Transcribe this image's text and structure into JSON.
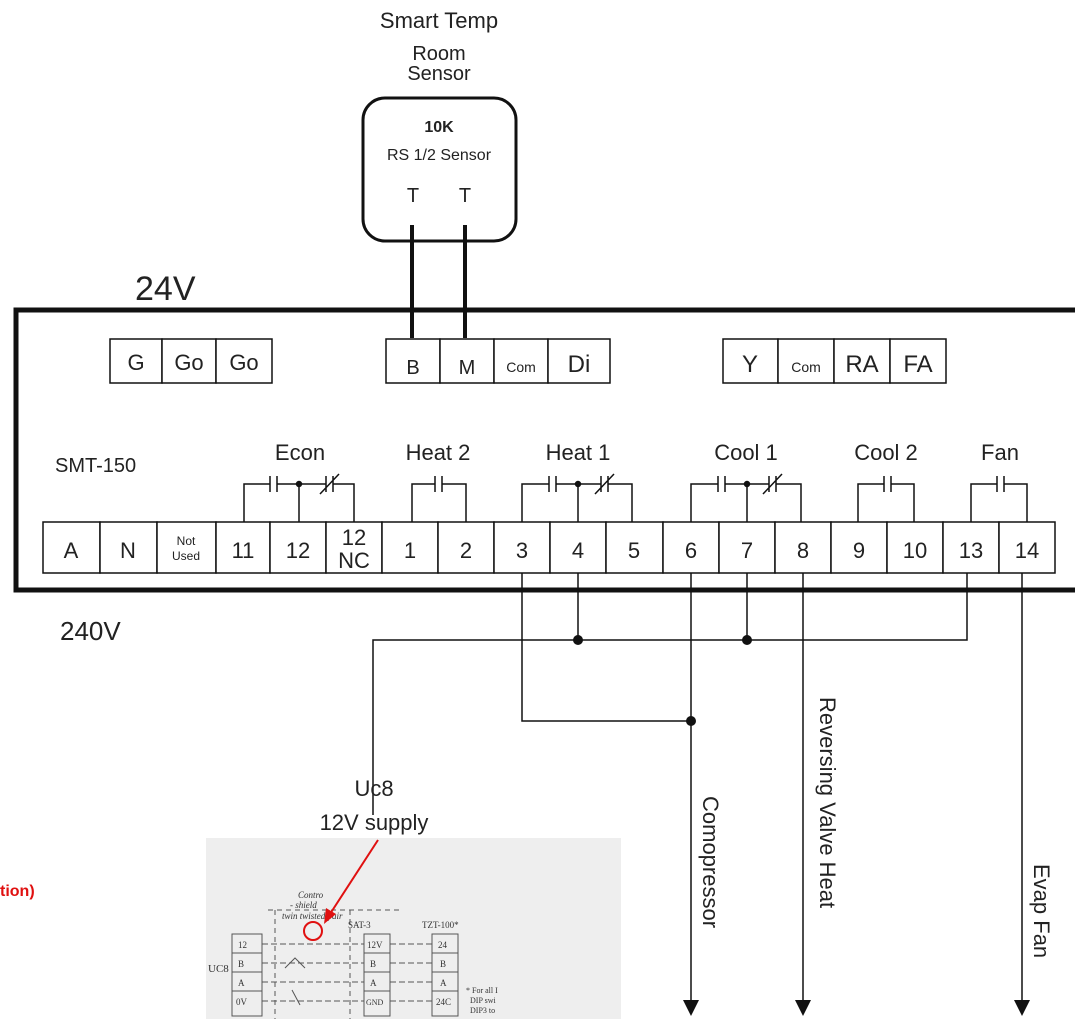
{
  "sensor": {
    "title_line1": "Smart Temp",
    "title_line2": "Room",
    "title_line3": "Sensor",
    "spec": "10K",
    "model": "RS 1/2 Sensor",
    "terminal_left": "T",
    "terminal_right": "T"
  },
  "labels": {
    "v24": "24V",
    "v240": "240V",
    "device": "SMT-150"
  },
  "top_terminals": {
    "group1": [
      "G",
      "Go",
      "Go"
    ],
    "group2": [
      "B",
      "M",
      "Com",
      "Di"
    ],
    "group3": [
      "Y",
      "Com",
      "RA",
      "FA"
    ]
  },
  "relays": {
    "econ": "Econ",
    "heat2": "Heat 2",
    "heat1": "Heat 1",
    "cool1": "Cool 1",
    "cool2": "Cool 2",
    "fan": "Fan"
  },
  "bottom_terminals": {
    "a": "A",
    "n": "N",
    "not_used_1": "Not",
    "not_used_2": "Used",
    "t11": "11",
    "t12": "12",
    "t12nc_1": "12",
    "t12nc_2": "NC",
    "t1": "1",
    "t2": "2",
    "t3": "3",
    "t4": "4",
    "t5": "5",
    "t6": "6",
    "t7": "7",
    "t8": "8",
    "t9": "9",
    "t10": "10",
    "t13": "13",
    "t14": "14"
  },
  "outputs": {
    "compressor": "Comopressor",
    "reversing_valve": "Reversing Valve Heat",
    "evap_fan": "Evap Fan"
  },
  "uc8": {
    "line1": "Uc8",
    "line2": "12V supply"
  },
  "clipped_note": "tion)",
  "inset": {
    "left_label": "UC8",
    "uc8_pins": [
      "12",
      "B",
      "A",
      "0V"
    ],
    "sat3_title": "SAT-3",
    "sat3_pins": [
      "12V",
      "B",
      "A",
      "GND"
    ],
    "tzt_title": "TZT-100*",
    "tzt_pins": [
      "24",
      "B",
      "A",
      "24C"
    ],
    "note_1": "- shield",
    "note_2": "twin twisted pair",
    "note_3": "Contro",
    "foot_1": "* For all I",
    "foot_2": "DIP swi",
    "foot_3": "DIP3 to"
  },
  "colors": {
    "line": "#111111",
    "accent_red": "#e01010",
    "inset_bg": "#eeeeee"
  }
}
